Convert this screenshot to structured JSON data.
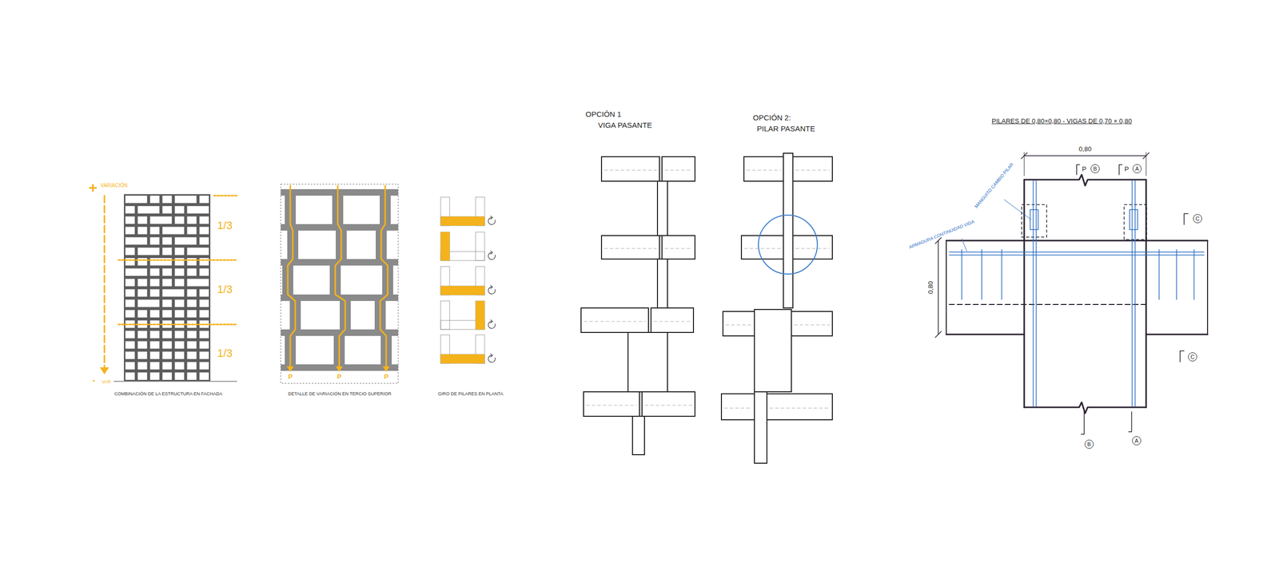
{
  "diagram": {
    "labels": [
      "+",
      "VARIACIÓN",
      "1/3",
      "1/3",
      "1/3",
      "-",
      "VAR",
      "COMBINACIÓN DE LA ESTRUCTURA EN FACHADA",
      "P",
      "P",
      "P",
      "DETALLE DE VARIACIÓN EN TERCIO SUPERIOR",
      "GIRO DE PILARES EN PLANTA",
      "OPCIÓN 1",
      "VIGA PASANTE",
      "OPCIÓN 2:",
      "PILAR PASANTE",
      "PILARES DE 0,80×0,80 - VIGAS DE 0,70 × 0,80",
      "0,80",
      "P",
      "B",
      "P",
      "A",
      "C",
      "MANGUITO CAMBIO PILAR",
      "ARMADURA CONTINUIDAD VIGA",
      "0,80",
      "C",
      "B",
      "A"
    ]
  }
}
